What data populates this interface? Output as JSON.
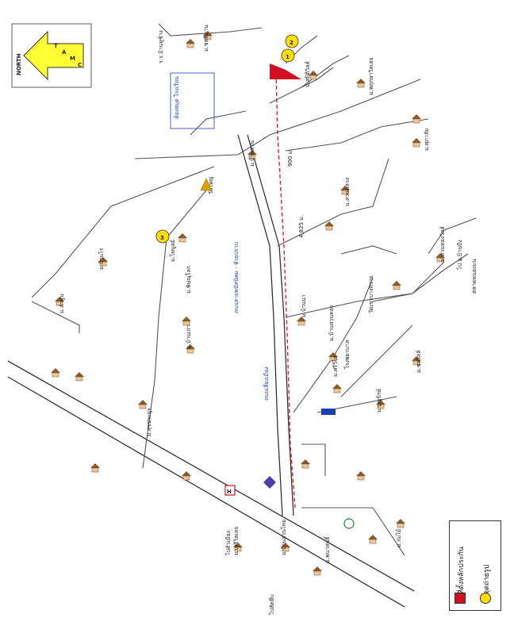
{
  "compass": {
    "label": "NORTH",
    "letters": [
      "T",
      "A",
      "M",
      "C"
    ]
  },
  "title": {
    "main": "ถนนสายพนัสนิคม - หัวยปราบ",
    "road_name_secondary": "ถนนเลี่ยงเมือง"
  },
  "markers": {
    "one": "1",
    "two": "2",
    "three": "3"
  },
  "labels": {
    "school_top": "ร.ร.บ้านหูช้าง",
    "village_top1": "ม.ชลพิมาน",
    "village_top2": "ม.สปิติวิลล์",
    "village_top3": "ม.พฤกษาวิลเลจ",
    "village_top4": "ม.ศุภาลัย",
    "village_top5": "ม.บ้านสวน",
    "village_top6": "ม.สวนหลวง",
    "village_mid1": "ม.พิษณุโลก",
    "village_mid2": "ม.ไพบูลย์",
    "village_mid3": "ม.บ้านเก่า",
    "village_mid4": "ม.บ้านนา",
    "village_mid5": "ม.บ้านสวนทอง",
    "village_mid6": "ม.ศรีวิไล",
    "village_left1": "ม.ลำพูน",
    "village_left2": "ม.บ้านไร่",
    "village_left3": "ม.สุขประยูร",
    "village_bottom1": "ม.เสรีวิลเลจ",
    "village_bottom2": "ม.บ้านสวนไทย",
    "village_bottom3": "ม.พนาสนธิ์",
    "village_bottom4": "ม.ร่มไม้",
    "village_right1": "ม.บุญรักษ์",
    "village_right2": "ม.ชลวิลล์",
    "village_right3": "ม.สวนทองวิลล์",
    "temple1": "วัดใหญ่",
    "temple2": "วัดเขาบางทราย",
    "market": "ตลาดหนองมน",
    "hospital": "โรงพยาบาล",
    "office_box": "ห้องสมุด โรงเรียน",
    "distance1": "4,825 ม.",
    "distance2": "900 ม.",
    "to_town": "ไปตัวเมือง",
    "to_south": "ไปสัตหีบ",
    "to_east": "ไป อ.บ้านบึง"
  },
  "legend": {
    "item1": "ที่ตั้งหลักประกัน",
    "item2": "จุดถ่ายรูป"
  },
  "colors": {
    "compass_fill": "#ffff33",
    "marker_fill": "#ffdd00",
    "site_red": "#d01020",
    "route_red": "#e02030",
    "title_blue": "#1a3fb0"
  }
}
